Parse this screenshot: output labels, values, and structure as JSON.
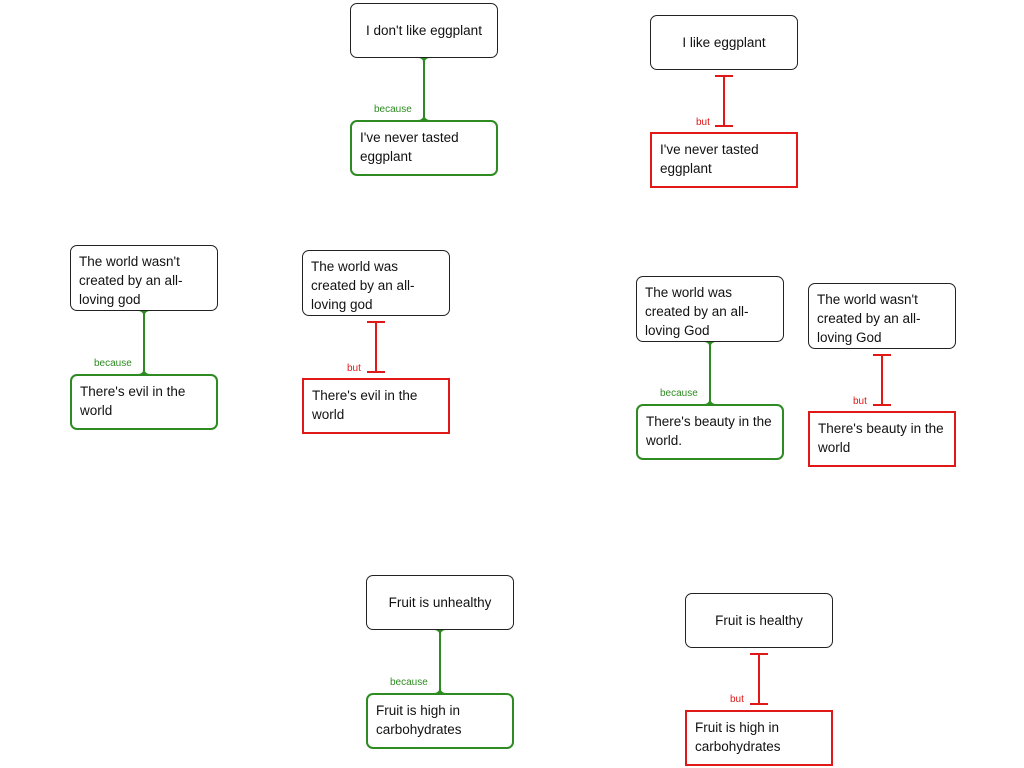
{
  "colors": {
    "support": "#2e8b22",
    "oppose": "#e01818",
    "claim_border": "#222222"
  },
  "link_labels": {
    "support": "because",
    "oppose": "but"
  },
  "maps": [
    {
      "claim": "I don't like eggplant",
      "relation": "support",
      "premise": "I've never tasted eggplant"
    },
    {
      "claim": "I like eggplant",
      "relation": "oppose",
      "premise": "I've never tasted eggplant"
    },
    {
      "claim": "The world wasn't created by an all-loving god",
      "relation": "support",
      "premise": "There's evil in the world"
    },
    {
      "claim": "The world was created by an all-loving god",
      "relation": "oppose",
      "premise": "There's evil in the world"
    },
    {
      "claim": "The world was created by an all-loving God",
      "relation": "support",
      "premise": "There's beauty in the world."
    },
    {
      "claim": "The world wasn't created by an all-loving God",
      "relation": "oppose",
      "premise": "There's beauty in the world"
    },
    {
      "claim": "Fruit is unhealthy",
      "relation": "support",
      "premise": "Fruit is high in carbohydrates"
    },
    {
      "claim": "Fruit is healthy",
      "relation": "oppose",
      "premise": "Fruit is high in carbohydrates"
    }
  ]
}
